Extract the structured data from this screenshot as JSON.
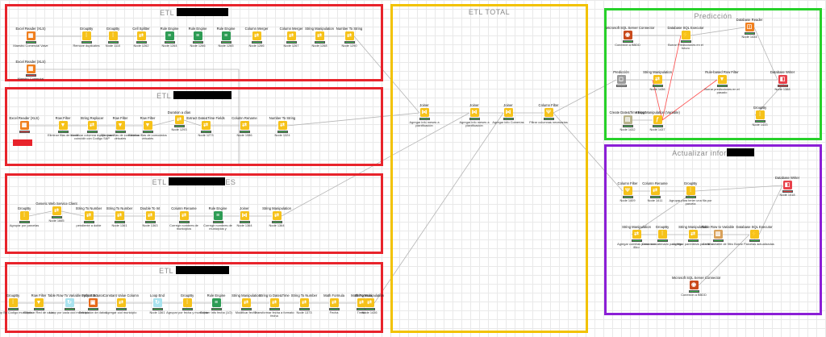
{
  "annotations": [
    {
      "id": "etl1",
      "title": "ETL",
      "border": "#e8232b"
    },
    {
      "id": "etl2",
      "title": "ETL",
      "border": "#e8232b"
    },
    {
      "id": "etl3",
      "title": "ETL",
      "suffix": "ES",
      "border": "#e8232b"
    },
    {
      "id": "etl4",
      "title": "ETL",
      "border": "#e8232b"
    },
    {
      "id": "etltotal",
      "title": "ETL TOTAL",
      "border": "#f2c200"
    },
    {
      "id": "pred",
      "title": "Predicción",
      "border": "#27d12a"
    },
    {
      "id": "act",
      "title": "Actualizar infor",
      "border": "#8b1fd6"
    }
  ],
  "nodes": [
    {
      "id": "n1",
      "name": "Excel Reader (XLS)",
      "label": "Maestro Comercial Valve",
      "icon": "reader",
      "status": "green"
    },
    {
      "id": "n2",
      "name": "GroupBy",
      "label": "Remove duplicates",
      "icon": "groupby",
      "status": "green"
    },
    {
      "id": "n3",
      "name": "GroupBy",
      "label": "Node 1110",
      "icon": "groupby",
      "status": "green"
    },
    {
      "id": "n4",
      "name": "Cell Splitter",
      "label": "Node 1262",
      "icon": "manip",
      "status": "green"
    },
    {
      "id": "n5",
      "name": "Rule Engine",
      "label": "Node 1264",
      "icon": "rule",
      "status": "green"
    },
    {
      "id": "n6",
      "name": "Rule Engine",
      "label": "Node 1266",
      "icon": "rule",
      "status": "green"
    },
    {
      "id": "n7",
      "name": "Rule Engine",
      "label": "Node 1265",
      "icon": "rule",
      "status": "green"
    },
    {
      "id": "n8",
      "name": "Column Merger",
      "label": "Node 1266",
      "icon": "manip",
      "status": "green"
    },
    {
      "id": "n9",
      "name": "Column Merger",
      "label": "Node 1267",
      "icon": "manip",
      "status": "green"
    },
    {
      "id": "n10",
      "name": "String Manipulation",
      "label": "Node 1268",
      "icon": "manip",
      "status": "green"
    },
    {
      "id": "n11",
      "name": "Number To String",
      "label": "Node 1290",
      "icon": "manip",
      "status": "green"
    },
    {
      "id": "n12",
      "name": "Excel Reader (XLS)",
      "label": "Maestro Comercial",
      "icon": "reader",
      "status": "red"
    },
    {
      "id": "n13",
      "name": "Excel Reader (XLS)",
      "label": "",
      "icon": "reader",
      "status": "red"
    },
    {
      "id": "n14",
      "name": "Row Filter",
      "label": "Eliminar filas de suma",
      "icon": "filter",
      "status": "green"
    },
    {
      "id": "n15",
      "name": "String Replacer",
      "label": "Modificar columna equipo para coincidir con Codigo SAP",
      "icon": "manip",
      "status": "green"
    },
    {
      "id": "n16",
      "name": "Row Filter",
      "label": "Eliminar filas de comodatos virtuales",
      "icon": "filter",
      "status": "green"
    },
    {
      "id": "n17",
      "name": "Row Filter",
      "label": "Eliminar filas de comodatos virtuales",
      "icon": "filter",
      "status": "green"
    },
    {
      "id": "n18",
      "name": "Duration a días",
      "label": "Node 1293",
      "icon": "manip",
      "status": "green"
    },
    {
      "id": "n19",
      "name": "Extract Date&Time Fields",
      "label": "Node 1273",
      "icon": "manip",
      "status": "green"
    },
    {
      "id": "n20",
      "name": "Column Rename",
      "label": "Node 1086",
      "icon": "manip",
      "status": "green"
    },
    {
      "id": "n21",
      "name": "Number To String",
      "label": "Node 1324",
      "icon": "manip",
      "status": "green"
    },
    {
      "id": "n22",
      "name": "GroupBy",
      "label": "Agrupar por parcelas",
      "icon": "groupby",
      "status": "green"
    },
    {
      "id": "n23",
      "name": "Generic Web Service Client",
      "label": "Node 1665",
      "icon": "manip",
      "status": "green"
    },
    {
      "id": "n24",
      "name": "String To Number",
      "label": "pendiente a doble",
      "icon": "manip",
      "status": "green"
    },
    {
      "id": "n25",
      "name": "String To Number",
      "label": "Node 1361",
      "icon": "manip",
      "status": "green"
    },
    {
      "id": "n26",
      "name": "Double To Int",
      "label": "Node 1363",
      "icon": "manip",
      "status": "green"
    },
    {
      "id": "n27",
      "name": "Column Rename",
      "label": "Corregir nombres de municipios",
      "icon": "manip",
      "status": "green"
    },
    {
      "id": "n28",
      "name": "Rule Engine",
      "label": "Corregir nombres de municipios y",
      "icon": "rule",
      "status": "green"
    },
    {
      "id": "n29",
      "name": "Joiner",
      "label": "Node 1364",
      "icon": "joiner",
      "status": "green"
    },
    {
      "id": "n30",
      "name": "String Manipulation",
      "label": "Node 1364",
      "icon": "manip",
      "status": "green"
    },
    {
      "id": "n31",
      "name": "GroupBy",
      "label": "Group By Código municipio",
      "icon": "groupby",
      "status": "green"
    },
    {
      "id": "n32",
      "name": "Row Filter",
      "label": "Eliminar Red de cada",
      "icon": "filter",
      "status": "green"
    },
    {
      "id": "n33",
      "name": "Table Row To Variable Loop Start",
      "label": "Loop por cada cód municipio",
      "icon": "loop",
      "status": "green"
    },
    {
      "id": "n34",
      "name": "Python Source",
      "label": "Extracción de datos",
      "icon": "python",
      "status": "green"
    },
    {
      "id": "n35",
      "name": "Constant Value Column",
      "label": "Agregar cód municipio",
      "icon": "manip",
      "status": "green"
    },
    {
      "id": "n36",
      "name": "Loop End",
      "label": "Node 1361",
      "icon": "loop",
      "status": "green"
    },
    {
      "id": "n37",
      "name": "GroupBy",
      "label": "Agrupar por fecha y municipio",
      "icon": "groupby",
      "status": "green"
    },
    {
      "id": "n38",
      "name": "Rule Engine",
      "label": "Extraer info fecha (1/2)",
      "icon": "rule",
      "status": "green"
    },
    {
      "id": "n39",
      "name": "String Manipulation",
      "label": "Modificar fecha",
      "icon": "manip",
      "status": "green"
    },
    {
      "id": "n40",
      "name": "String to Date&Time",
      "label": "Transformar fecha a formato fecha",
      "icon": "manip",
      "status": "green"
    },
    {
      "id": "n41",
      "name": "String To Number",
      "label": "Node 1373",
      "icon": "manip",
      "status": "green"
    },
    {
      "id": "n42",
      "name": "Math Formula",
      "label": "Fecha",
      "icon": "manip",
      "status": "green"
    },
    {
      "id": "n43",
      "name": "Math Formula",
      "label": "Timed",
      "icon": "manip",
      "status": "green"
    },
    {
      "id": "n44",
      "name": "String Manipulation",
      "label": "Node 1436",
      "icon": "manip",
      "status": "green"
    },
    {
      "id": "n45",
      "name": "Joiner",
      "label": "Agregar info meses a planificación",
      "icon": "joiner",
      "status": "green"
    },
    {
      "id": "n46",
      "name": "Joiner",
      "label": "Agregar info meses a planificación",
      "icon": "joiner",
      "status": "green"
    },
    {
      "id": "n47",
      "name": "Joiner",
      "label": "Agregar info Comerías",
      "icon": "joiner",
      "status": "green"
    },
    {
      "id": "n48",
      "name": "Column Filter",
      "label": "Filtrar columnas necesarias",
      "icon": "colfilter",
      "status": "green"
    },
    {
      "id": "n49",
      "name": "Microsoft SQL Server Connector",
      "label": "Conexión a BBDD",
      "icon": "db",
      "status": "green"
    },
    {
      "id": "n50",
      "name": "Database SQL Executor",
      "label": "Borrar Predicciones en el futuro",
      "icon": "dbexec",
      "status": "green"
    },
    {
      "id": "n51",
      "name": "Database Reader",
      "label": "Node 1434",
      "icon": "dbread",
      "status": "green"
    },
    {
      "id": "n52",
      "name": "Predicción",
      "label": "",
      "icon": "gray",
      "status": "gray"
    },
    {
      "id": "n53",
      "name": "String Manipulation",
      "label": "Node 1436",
      "icon": "manip",
      "status": "green"
    },
    {
      "id": "n54",
      "name": "Rule-based Row Filter",
      "label": "Borrar predicciones en el pasado",
      "icon": "filter",
      "status": "green"
    },
    {
      "id": "n55",
      "name": "Database Writer",
      "label": "Node 1388",
      "icon": "dbwrite",
      "status": "red"
    },
    {
      "id": "n56",
      "name": "Create Date&Time Input",
      "label": "Node 1432",
      "icon": "dateinput",
      "status": "green"
    },
    {
      "id": "n57",
      "name": "String Manipulation (Variable)",
      "label": "Node 1437",
      "icon": "varmanip",
      "status": "green"
    },
    {
      "id": "n58",
      "name": "GroupBy",
      "label": "Node 1433",
      "icon": "groupby",
      "status": "green"
    },
    {
      "id": "n59",
      "name": "Column Filter",
      "label": "Node 1409",
      "icon": "colfilter",
      "status": "green"
    },
    {
      "id": "n60",
      "name": "Column Rename",
      "label": "Node 1411",
      "icon": "manip",
      "status": "green"
    },
    {
      "id": "n61",
      "name": "GroupBy",
      "label": "Agrupar para tener una fila por parcela",
      "icon": "groupby",
      "status": "green"
    },
    {
      "id": "n62",
      "name": "Database Writer",
      "label": "Node 1418",
      "icon": "dbwrite",
      "status": "red"
    },
    {
      "id": "n63",
      "name": "String Manipulation",
      "label": "Agregar comillas para crear filtro",
      "icon": "manip",
      "status": "green"
    },
    {
      "id": "n64",
      "name": "GroupBy",
      "label": "Crear concatenado para filtro",
      "icon": "groupby",
      "status": "green"
    },
    {
      "id": "n65",
      "name": "String Manipulation",
      "label": "Agregar parentesis para filtro",
      "icon": "manip",
      "status": "green"
    },
    {
      "id": "n66",
      "name": "Table Row to Variable",
      "label": "Crear variable de filtro",
      "icon": "tablevar",
      "status": "green"
    },
    {
      "id": "n67",
      "name": "Database SQL Executor",
      "label": "Borrar Parcelas actualizadas",
      "icon": "dbexec",
      "status": "green"
    },
    {
      "id": "n68",
      "name": "Microsoft SQL Server Connector",
      "label": "Conexión a BBDD",
      "icon": "db",
      "status": "green"
    }
  ],
  "icons": {
    "reader": {
      "bg": "#f07f1e",
      "glyph": "▦"
    },
    "groupby": {
      "bg": "#f6c21a",
      "glyph": "⫶"
    },
    "manip": {
      "bg": "#f6c21a",
      "glyph": "⇄"
    },
    "rule": {
      "bg": "#2e9c55",
      "glyph": "≡"
    },
    "filter": {
      "bg": "#f6c21a",
      "glyph": "▼"
    },
    "joiner": {
      "bg": "#f6c21a",
      "glyph": "⋈"
    },
    "colfilter": {
      "bg": "#f6c21a",
      "glyph": "Ψ"
    },
    "loop": {
      "bg": "#a9e3ef",
      "glyph": "↻"
    },
    "python": {
      "bg": "#e86a1a",
      "glyph": "▣"
    },
    "db": {
      "bg": "#c94a1c",
      "glyph": "◉"
    },
    "dbexec": {
      "bg": "#f6c21a",
      "glyph": "⚡"
    },
    "dbread": {
      "bg": "#f07f1e",
      "glyph": "◫"
    },
    "dbwrite": {
      "bg": "#e8404a",
      "glyph": "◧"
    },
    "gray": {
      "bg": "#9a9a9a",
      "glyph": "◻"
    },
    "dateinput": {
      "bg": "#b8b38c",
      "glyph": "▤"
    },
    "varmanip": {
      "bg": "#f6c21a",
      "glyph": "ƒ"
    },
    "tablevar": {
      "bg": "#d9a15a",
      "glyph": "▥"
    }
  },
  "colors": {
    "edge": "#b5b5b5",
    "flowvar": "#ff4d4d"
  }
}
